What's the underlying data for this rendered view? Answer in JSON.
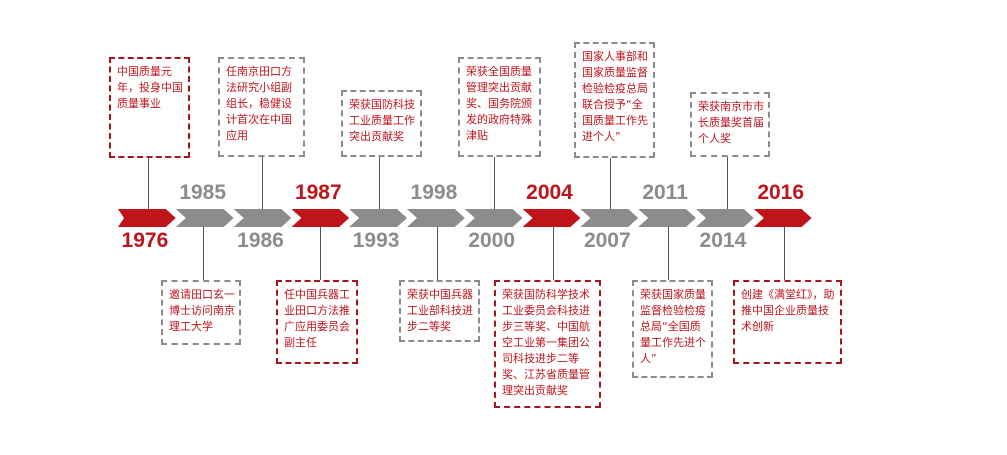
{
  "colors": {
    "red": "#c0141b",
    "grey": "#8c8c8c",
    "text": "#c0141b"
  },
  "milestones": [
    {
      "year": "1976",
      "side": "up",
      "color": "red",
      "text": "中国质量元年，投身中国质量事业"
    },
    {
      "year": "1985",
      "side": "down",
      "color": "grey",
      "text": "邀请田口玄一博士访问南京理工大学"
    },
    {
      "year": "1986",
      "side": "up",
      "color": "grey",
      "text": "任南京田口方法研究小组副组长，稳健设计首次在中国应用"
    },
    {
      "year": "1987",
      "side": "down",
      "color": "red",
      "text": "任中国兵器工业田口方法推广应用委员会副主任"
    },
    {
      "year": "1993",
      "side": "up",
      "color": "grey",
      "text": "荣获国防科技工业质量工作突出贡献奖"
    },
    {
      "year": "1998",
      "side": "down",
      "color": "grey",
      "text": "荣获中国兵器工业部科技进步二等奖"
    },
    {
      "year": "2000",
      "side": "up",
      "color": "grey",
      "text": "荣获全国质量管理突出贡献奖、国务院颁发的政府特殊津贴"
    },
    {
      "year": "2004",
      "side": "down",
      "color": "red",
      "text": "荣获国防科学技术工业委员会科技进步三等奖、中国航空工业第一集团公司科技进步二等奖、江苏省质量管理突出贡献奖"
    },
    {
      "year": "2007",
      "side": "up",
      "color": "grey",
      "text": "国家人事部和国家质量监督检验检疫总局联合授予“全国质量工作先进个人”"
    },
    {
      "year": "2011",
      "side": "down",
      "color": "grey",
      "text": "荣获国家质量监督检验检疫总局“全国质量工作先进个人”"
    },
    {
      "year": "2014",
      "side": "up",
      "color": "grey",
      "text": "荣获南京市市长质量奖首届个人奖"
    },
    {
      "year": "2016",
      "side": "down",
      "color": "red",
      "text": "创建《满堂红》，助推中国企业质量技术创新"
    }
  ]
}
